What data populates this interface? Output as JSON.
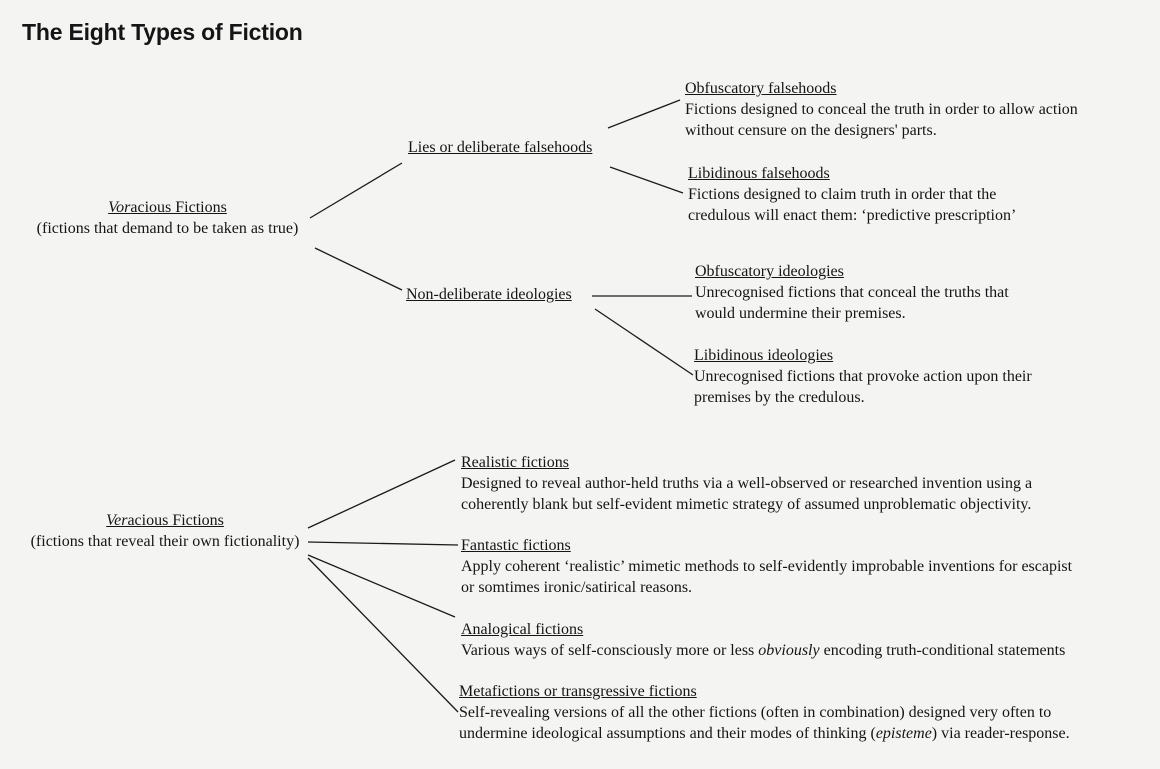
{
  "title": "The Eight Types of Fiction",
  "voracious": {
    "heading_prefix": "Vor",
    "heading_rest": "acious Fictions",
    "subtitle": "(fictions that demand to be taken as true)",
    "branches": [
      {
        "label": "Lies or deliberate falsehoods",
        "children": [
          {
            "label": "Obfuscatory falsehoods",
            "lines": [
              "Fictions designed to conceal the truth in order to allow action",
              "without censure on the designers' parts."
            ]
          },
          {
            "label": "Libidinous falsehoods",
            "lines": [
              "Fictions designed to claim truth in order that the",
              "credulous will enact them: ‘predictive prescription’"
            ]
          }
        ]
      },
      {
        "label": "Non-deliberate ideologies",
        "children": [
          {
            "label": "Obfuscatory ideologies",
            "lines": [
              "Unrecognised fictions that conceal the truths that",
              "would undermine their premises."
            ]
          },
          {
            "label": "Libidinous ideologies",
            "lines": [
              "Unrecognised fictions that provoke action upon their",
              "premises by the credulous."
            ]
          }
        ]
      }
    ]
  },
  "veracious": {
    "heading_prefix": "Ver",
    "heading_rest": "acious Fictions",
    "subtitle": "(fictions that reveal their own fictionality)",
    "children": [
      {
        "label": "Realistic fictions",
        "lines": [
          "Designed to reveal author-held truths via a well-observed or researched invention using a",
          "coherently blank but self-evident mimetic strategy of assumed unproblematic objectivity."
        ]
      },
      {
        "label": "Fantastic fictions",
        "lines": [
          "Apply coherent ‘realistic’ mimetic methods to self-evidently improbable inventions for escapist",
          "or somtimes ironic/satirical reasons."
        ]
      },
      {
        "label": "Analogical fictions",
        "line_a": "Various ways of self-consciously more or less ",
        "line_em": "obviously",
        "line_b": " encoding truth-conditional statements"
      },
      {
        "label": "Metafictions or transgressive fictions",
        "line1": "Self-revealing versions of all the other fictions (often in combination) designed very often to",
        "line2_a": "undermine ideological assumptions and their modes of thinking (",
        "line2_em": "episteme",
        "line2_b": ") via reader-response."
      }
    ]
  }
}
